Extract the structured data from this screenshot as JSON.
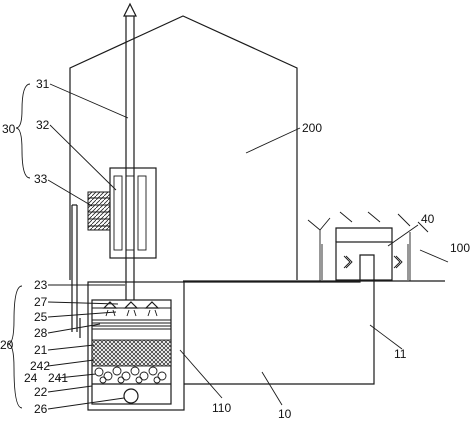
{
  "figure": {
    "labels": {
      "l31": "31",
      "l32": "32",
      "l30": "30",
      "l33": "33",
      "l200": "200",
      "l40": "40",
      "l100": "100",
      "l23": "23",
      "l27": "27",
      "l25": "25",
      "l20": "20",
      "l28": "28",
      "l21": "21",
      "l242": "242",
      "l24": "24",
      "l241": "241",
      "l22": "22",
      "l26": "26",
      "l11": "11",
      "l110": "110",
      "l10": "10"
    }
  }
}
